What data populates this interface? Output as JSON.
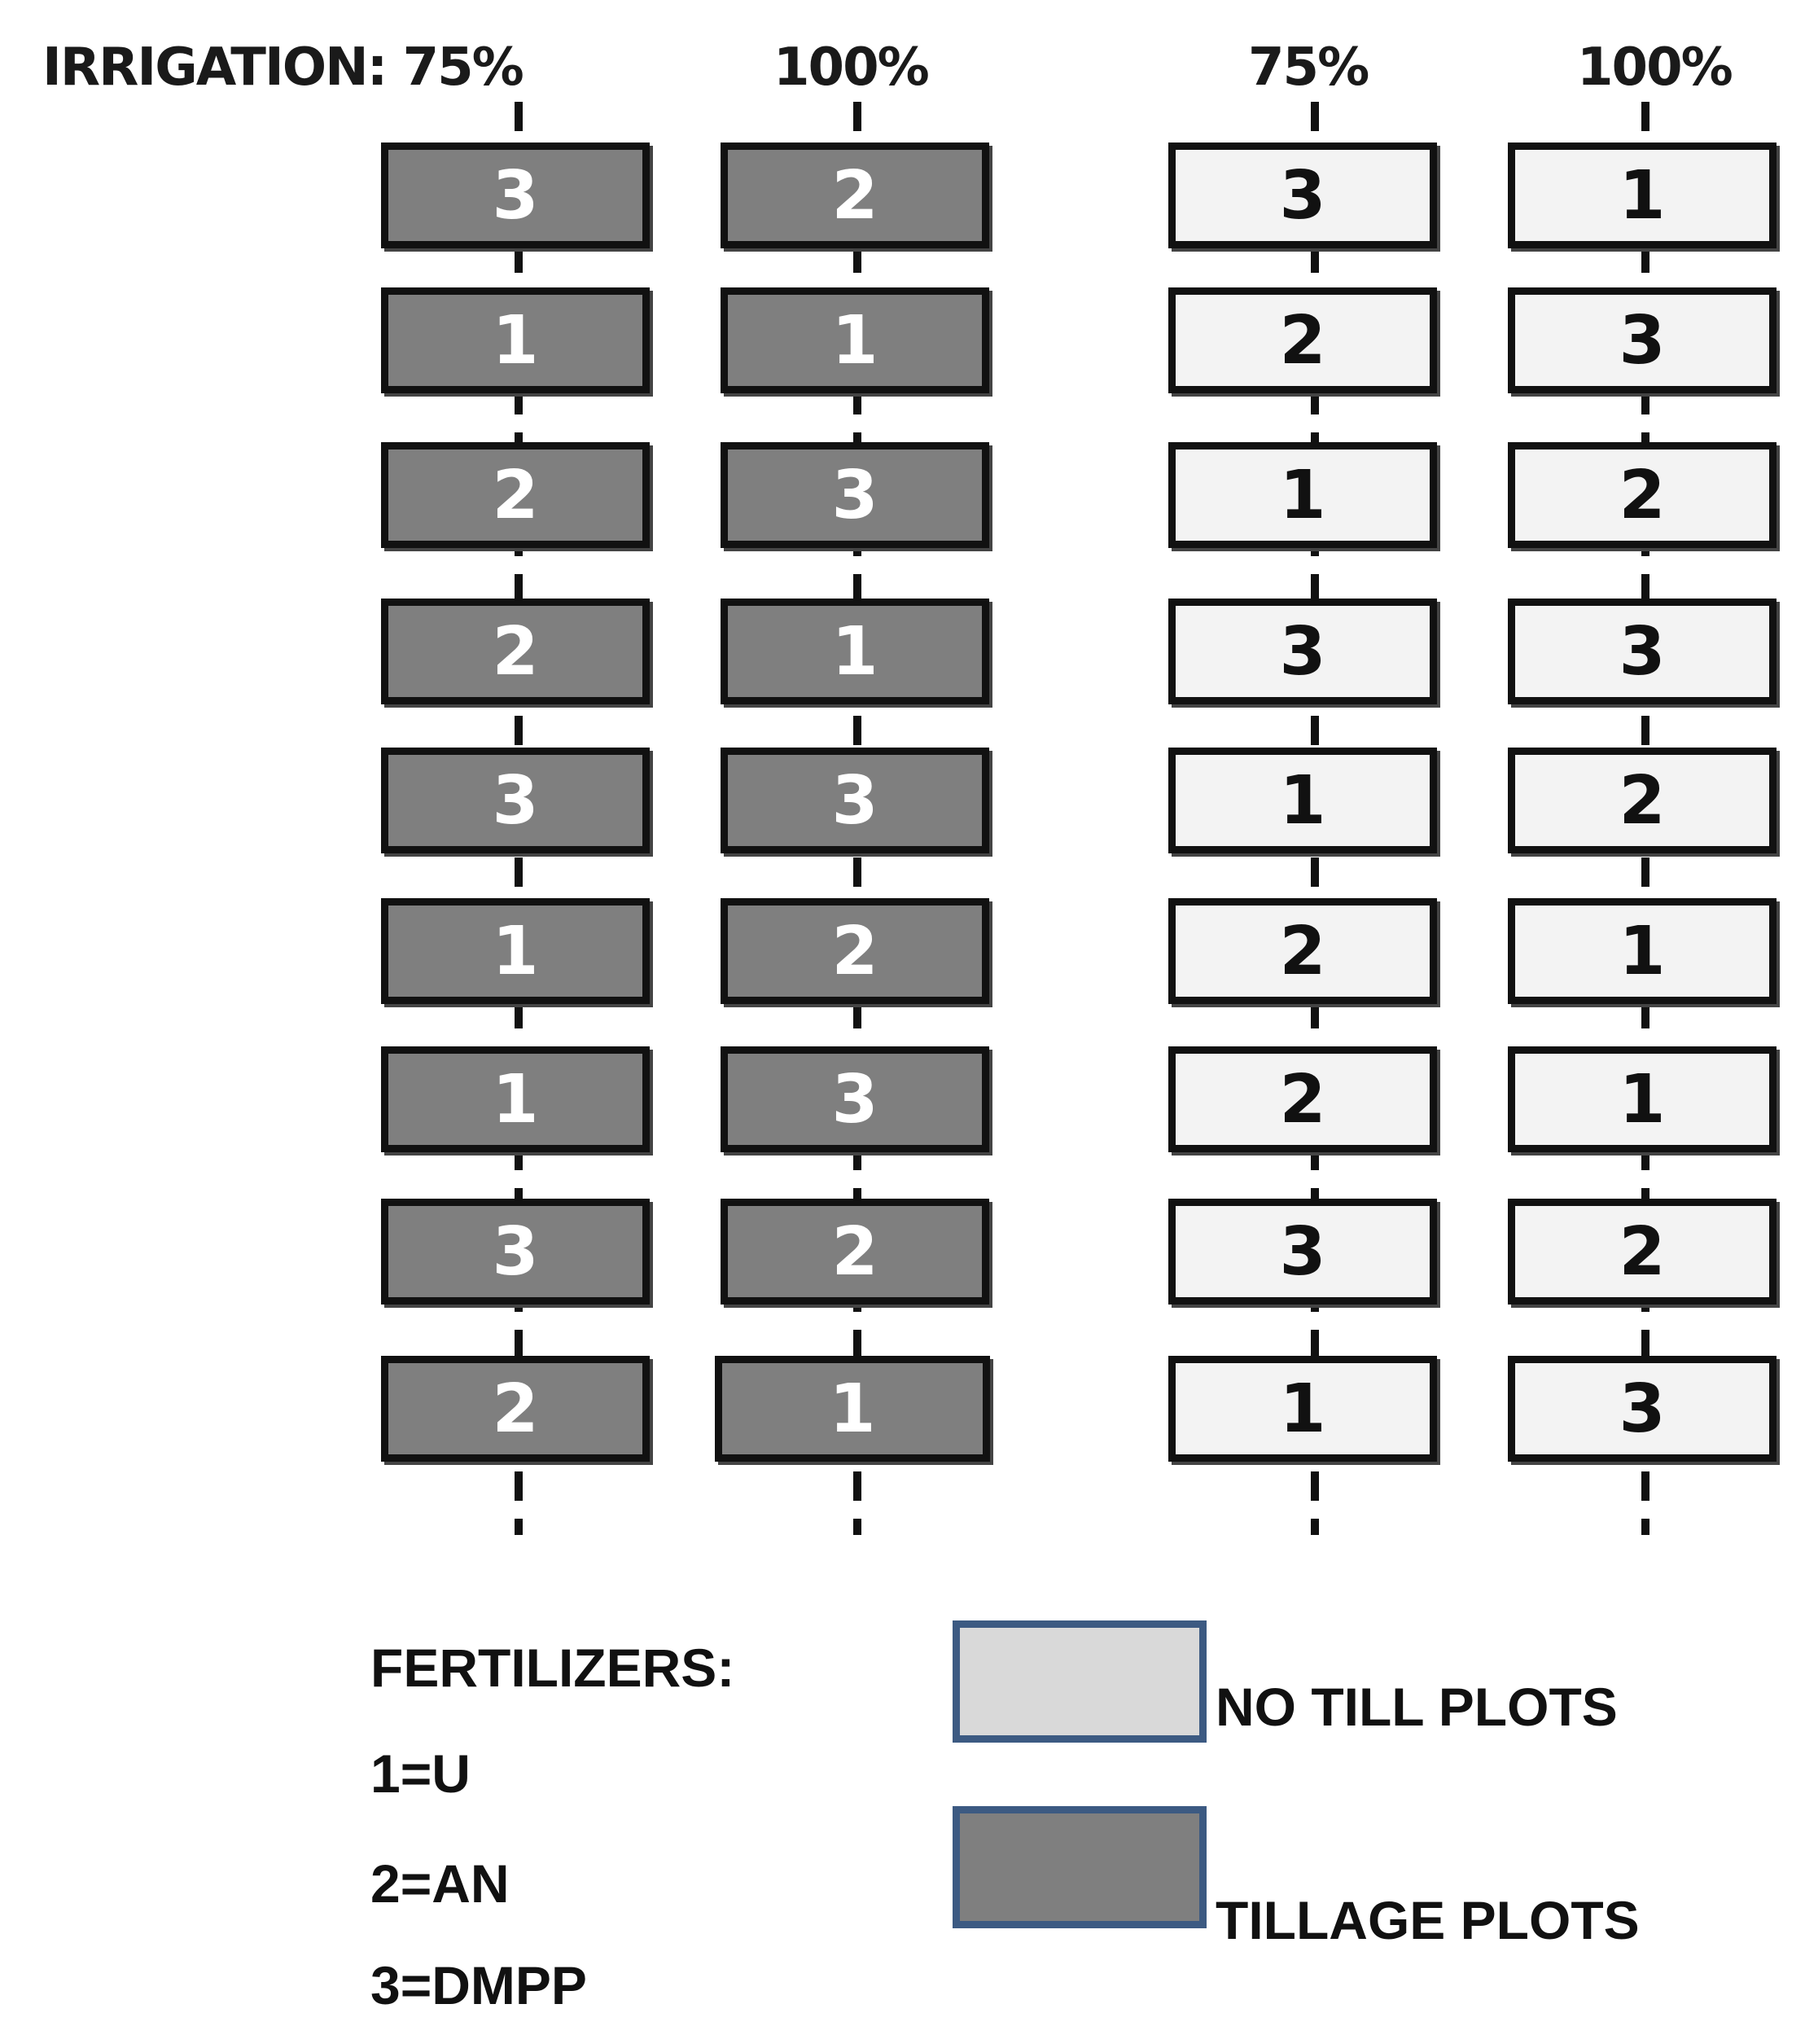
{
  "header": {
    "irrigation_label": "IRRIGATION: 75%",
    "columns": [
      "100%",
      "75%",
      "100%"
    ]
  },
  "plots": {
    "tillage_75": [
      "3",
      "1",
      "2",
      "2",
      "3",
      "1",
      "1",
      "3",
      "2"
    ],
    "tillage_100": [
      "2",
      "1",
      "3",
      "1",
      "3",
      "2",
      "3",
      "2",
      "1"
    ],
    "notill_75": [
      "3",
      "2",
      "1",
      "3",
      "1",
      "2",
      "2",
      "3",
      "1"
    ],
    "notill_100": [
      "1",
      "3",
      "2",
      "3",
      "2",
      "1",
      "1",
      "2",
      "3"
    ]
  },
  "legend": {
    "fertilizers_title": "FERTILIZERS:",
    "items": [
      "1=U",
      "2=AN",
      "3=DMPP"
    ],
    "no_till_label": "NO TILL PLOTS",
    "tillage_label": "TILLAGE PLOTS"
  },
  "colors": {
    "tillage_fill": "#7f7f7f",
    "no_till_fill": "#f3f3f3",
    "legend_border": "#3c5a82"
  }
}
